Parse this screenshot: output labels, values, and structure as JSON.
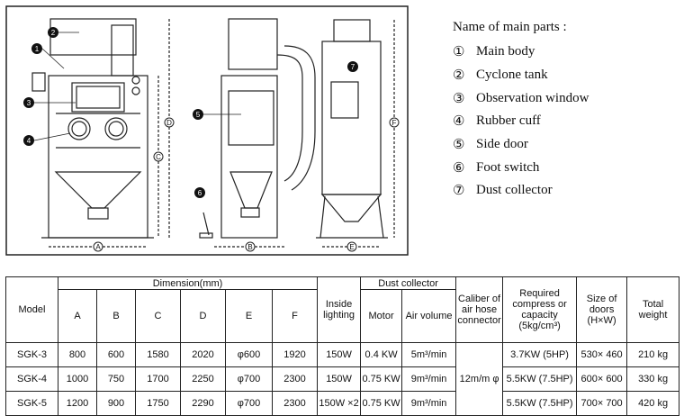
{
  "parts": {
    "title": "Name of main parts :",
    "items": [
      {
        "num": "①",
        "label": "Main body"
      },
      {
        "num": "②",
        "label": "Cyclone tank"
      },
      {
        "num": "③",
        "label": "Observation window"
      },
      {
        "num": "④",
        "label": "Rubber cuff"
      },
      {
        "num": "⑤",
        "label": "Side door"
      },
      {
        "num": "⑥",
        "label": "Foot switch"
      },
      {
        "num": "⑦",
        "label": "Dust collector"
      }
    ]
  },
  "drawing": {
    "callouts": [
      "1",
      "2",
      "3",
      "4",
      "5",
      "6",
      "7"
    ],
    "dims": [
      "A",
      "B",
      "C",
      "D",
      "E",
      "F"
    ]
  },
  "table": {
    "model": "Model",
    "dimension": "Dimension(mm)",
    "cols": [
      "A",
      "B",
      "C",
      "D",
      "E",
      "F"
    ],
    "lighting": "Inside lighting",
    "dust_collector": "Dust collector",
    "motor": "Motor",
    "air_volume": "Air volume",
    "caliber": "Caliber of air hose connector",
    "compress": "Required compress or capacity (5kg/cm³)",
    "doors": "Size of doors (H×W)",
    "weight": "Total weight",
    "caliber_value": "12m/m φ",
    "rows": [
      {
        "model": "SGK-3",
        "a": "800",
        "b": "600",
        "c": "1580",
        "d": "2020",
        "e": "φ600",
        "f": "1920",
        "light": "150W",
        "motor": "0.4 KW",
        "air": "5m³/min",
        "comp": "3.7KW (5HP)",
        "door": "530× 460",
        "wt": "210 kg"
      },
      {
        "model": "SGK-4",
        "a": "1000",
        "b": "750",
        "c": "1700",
        "d": "2250",
        "e": "φ700",
        "f": "2300",
        "light": "150W",
        "motor": "0.75 KW",
        "air": "9m³/min",
        "comp": "5.5KW (7.5HP)",
        "door": "600× 600",
        "wt": "330 kg"
      },
      {
        "model": "SGK-5",
        "a": "1200",
        "b": "900",
        "c": "1750",
        "d": "2290",
        "e": "φ700",
        "f": "2300",
        "light": "150W ×2",
        "motor": "0.75 KW",
        "air": "9m³/min",
        "comp": "5.5KW (7.5HP)",
        "door": "700× 700",
        "wt": "420 kg"
      }
    ]
  }
}
